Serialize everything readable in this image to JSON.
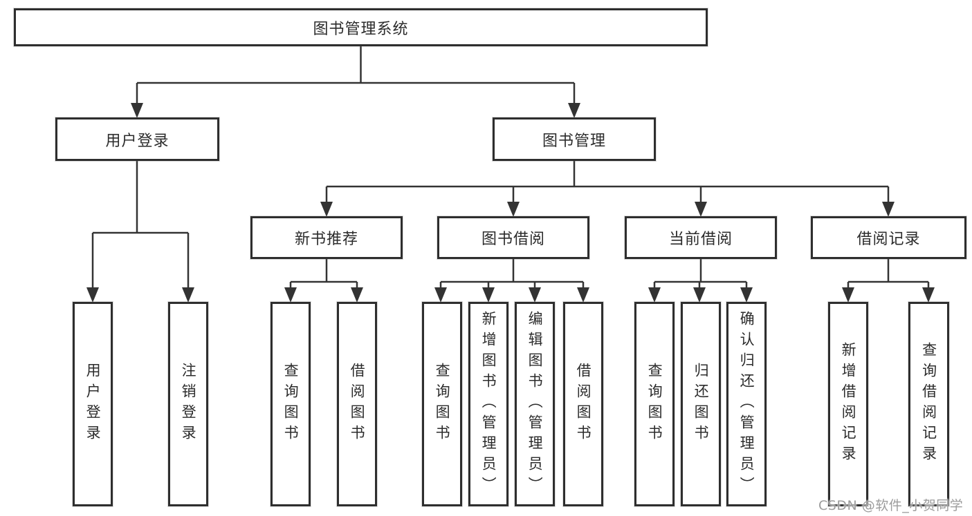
{
  "theme": {
    "bg": "#ffffff",
    "line": "#333333",
    "box-border": "#2e2e2e",
    "text": "#2b2b2b",
    "watermark": "#9c9c9c"
  },
  "tree": {
    "root": {
      "label": "图书管理系统"
    },
    "level2": [
      {
        "label": "用户登录"
      },
      {
        "label": "图书管理"
      }
    ],
    "level3": [
      {
        "label": "新书推荐"
      },
      {
        "label": "图书借阅"
      },
      {
        "label": "当前借阅"
      },
      {
        "label": "借阅记录"
      }
    ],
    "leaves": {
      "user_login": [
        {
          "label": "用户登录"
        },
        {
          "label": "注销登录"
        }
      ],
      "new_book": [
        {
          "label": "查询图书"
        },
        {
          "label": "借阅图书"
        }
      ],
      "book_borrow": [
        {
          "label": "查询图书"
        },
        {
          "label": "新增图书（管理员）"
        },
        {
          "label": "编辑图书（管理员）"
        },
        {
          "label": "借阅图书"
        }
      ],
      "current_borrow": [
        {
          "label": "查询图书"
        },
        {
          "label": "归还图书"
        },
        {
          "label": "确认归还（管理员）"
        }
      ],
      "borrow_records": [
        {
          "label": "新增借阅记录"
        },
        {
          "label": "查询借阅记录"
        }
      ]
    }
  },
  "watermark": {
    "text": "CSDN @软件_小贺同学"
  }
}
